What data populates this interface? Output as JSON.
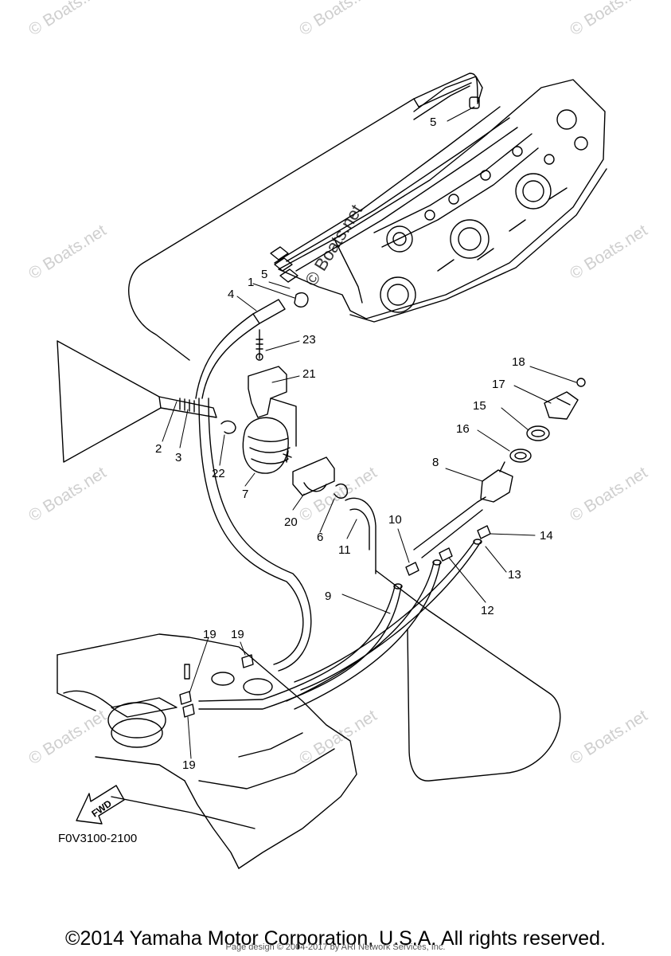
{
  "diagram": {
    "figure_code": "F0V3100-2100",
    "fwd_label": "FWD",
    "watermark": "© Boats.net",
    "center_watermark": "© Boats.net",
    "copyright": "©2014 Yamaha Motor Corporation, U.S.A. All rights reserved.",
    "page_credit": "Page design © 2004-2017 by ARI Network Services, Inc.",
    "labels": {
      "p1": "1",
      "p2": "2",
      "p3": "3",
      "p4": "4",
      "p5a": "5",
      "p5b": "5",
      "p6": "6",
      "p7": "7",
      "p8": "8",
      "p9": "9",
      "p10": "10",
      "p11": "11",
      "p12": "12",
      "p13": "13",
      "p14": "14",
      "p15": "15",
      "p16": "16",
      "p17": "17",
      "p18": "18",
      "p19a": "19",
      "p19b": "19",
      "p19c": "19",
      "p20": "20",
      "p21": "21",
      "p22": "22",
      "p23": "23"
    }
  }
}
